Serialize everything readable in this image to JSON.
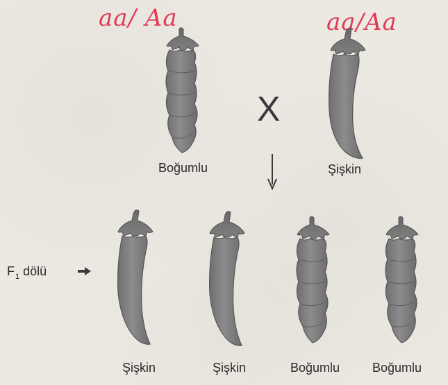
{
  "annotations": {
    "left": "aa/ Aa",
    "right": "aa/Aa"
  },
  "parents": {
    "left": "Boğumlu",
    "right": "Şişkin",
    "cross_symbol": "X"
  },
  "f1": {
    "label": "F",
    "label_subscript": "1",
    "label_suffix": "dölü",
    "offspring": [
      "Şişkin",
      "Şişkin",
      "Boğumlu",
      "Boğumlu"
    ]
  },
  "colors": {
    "pod_fill": "#848484",
    "pod_edge": "#5a5a5a",
    "pod_sepal": "#6d6d6d",
    "annotation_ink": "#e23a55"
  },
  "icons": {
    "cross": "cross-symbol",
    "down": "down-arrow-icon",
    "right": "right-arrow-icon"
  }
}
